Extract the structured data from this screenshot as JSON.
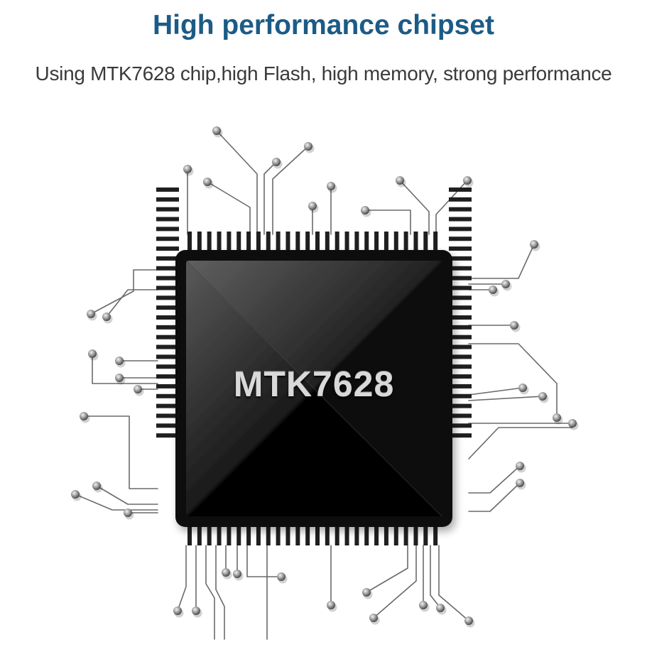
{
  "header": {
    "title": "High performance chipset",
    "subtitle": "Using MTK7628 chip,high Flash, high memory, strong performance"
  },
  "chip": {
    "label": "MTK7628"
  },
  "colors": {
    "title": "#1c5b86",
    "subtitle": "#3a3a3a",
    "chip_body": "#0e0e0e",
    "pins": "#1f1f1f",
    "traces": "#6a6a6a",
    "nodes": "#b8b8b8"
  }
}
